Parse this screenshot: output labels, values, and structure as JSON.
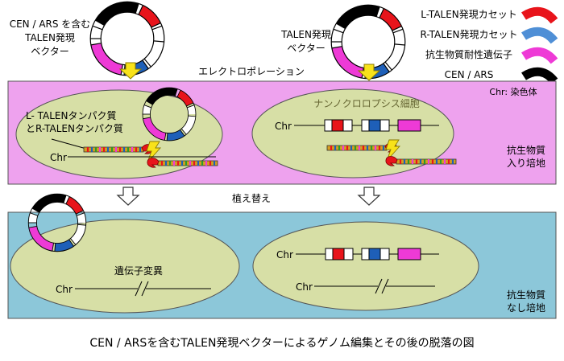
{
  "labels": {
    "vector_left": [
      "CEN / ARS を含む",
      "TALEN発現",
      "ベクター"
    ],
    "vector_right": [
      "TALEN発現",
      "ベクター"
    ],
    "electroporation": "エレクトロポレーション",
    "cell_name": "ナンノクロロプシス細胞",
    "chr_note": "Chr: 染色体",
    "protein_label": [
      "L- TALENタンパク質",
      "とR-TALENタンパク質"
    ],
    "chr": "Chr",
    "medium_with": [
      "抗生物質",
      "入り培地"
    ],
    "transfer": "植え替え",
    "gene_mutation": "遺伝子変異",
    "medium_without": [
      "抗生物質",
      "なし培地"
    ],
    "caption": "CEN / ARSを含むTALEN発現ベクターによるゲノム編集とその後の脱落の図"
  },
  "legend": [
    {
      "label": "L-TALEN発現カセット",
      "color": "#e8141b"
    },
    {
      "label": "R-TALEN発現カセット",
      "color": "#4f8fd6"
    },
    {
      "label": "抗生物質耐性遺伝子",
      "color": "#ee3ad6"
    },
    {
      "label": "CEN / ARS",
      "color": "#000000"
    }
  ],
  "colors": {
    "top_panel": "#eea2ee",
    "bottom_panel": "#8cc7d9",
    "cell_fill": "#d7dfa6",
    "arrow_yellow": "#f8e21a",
    "red": "#e8141b",
    "blue": "#1e5fb8",
    "magenta": "#ee3ad6",
    "black": "#000000"
  }
}
